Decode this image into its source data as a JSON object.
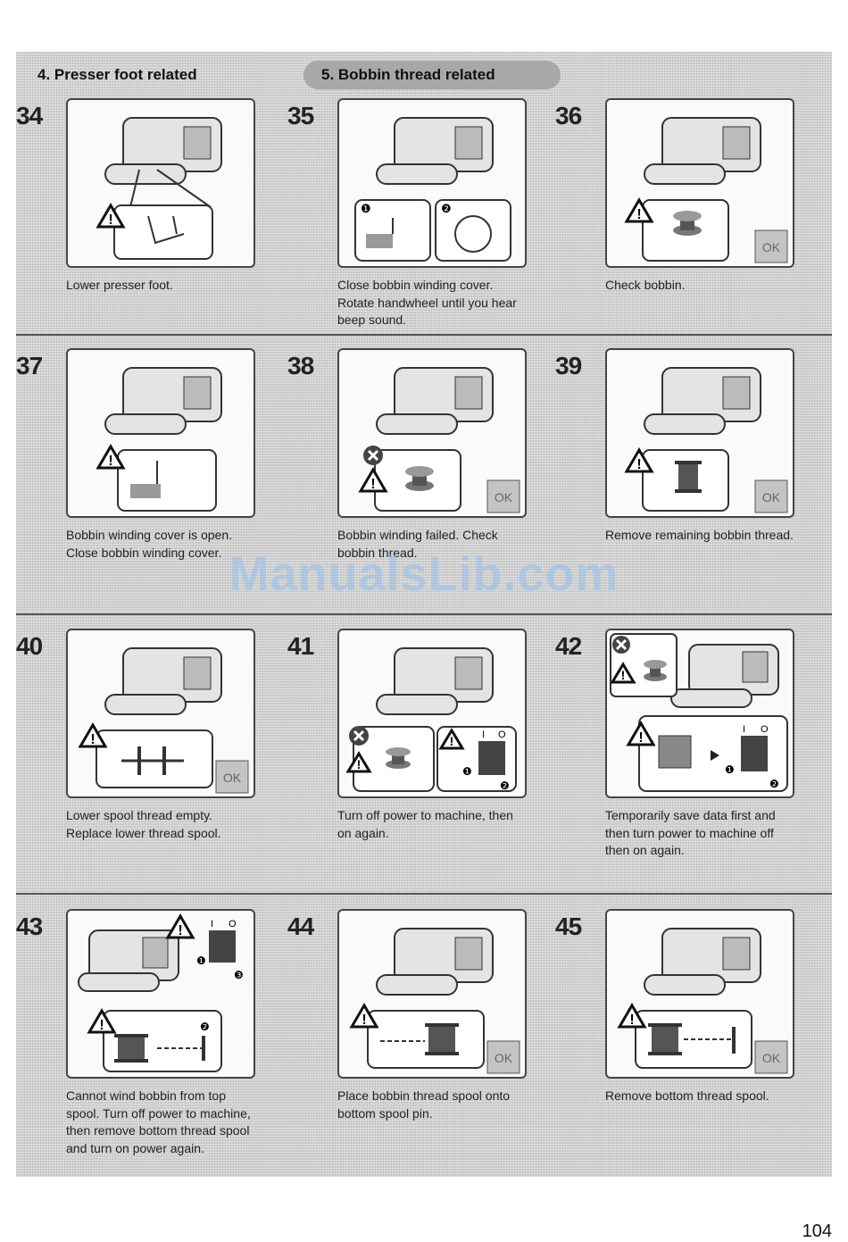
{
  "tabs": {
    "presser": "4. Presser foot related",
    "bobbin": "5. Bobbin thread related"
  },
  "ok_label": "OK",
  "warning_symbol": "!",
  "step_marks": {
    "one": "❶",
    "two": "❷",
    "three": "❸"
  },
  "switch_labels": {
    "on": "I",
    "off": "O"
  },
  "cells": [
    {
      "num": "34",
      "caption": "Lower presser foot."
    },
    {
      "num": "35",
      "caption": "Close bobbin winding cover. Rotate handwheel until you hear beep sound."
    },
    {
      "num": "36",
      "caption": "Check bobbin."
    },
    {
      "num": "37",
      "caption": "Bobbin winding cover is open. Close bobbin winding cover."
    },
    {
      "num": "38",
      "caption": "Bobbin winding failed. Check bobbin thread."
    },
    {
      "num": "39",
      "caption": "Remove remaining bobbin thread."
    },
    {
      "num": "40",
      "caption": "Lower spool thread empty. Replace lower thread spool."
    },
    {
      "num": "41",
      "caption": "Turn off power to machine, then on again."
    },
    {
      "num": "42",
      "caption": "Temporarily save data first and then turn power to machine off then on again."
    },
    {
      "num": "43",
      "caption": "Cannot wind bobbin from top spool. Turn off power to machine, then remove bottom thread spool and turn on power again."
    },
    {
      "num": "44",
      "caption": "Place bobbin thread spool onto bottom spool pin."
    },
    {
      "num": "45",
      "caption": "Remove bottom thread spool."
    }
  ],
  "watermark": "ManualsLib.com",
  "page_number": "104"
}
